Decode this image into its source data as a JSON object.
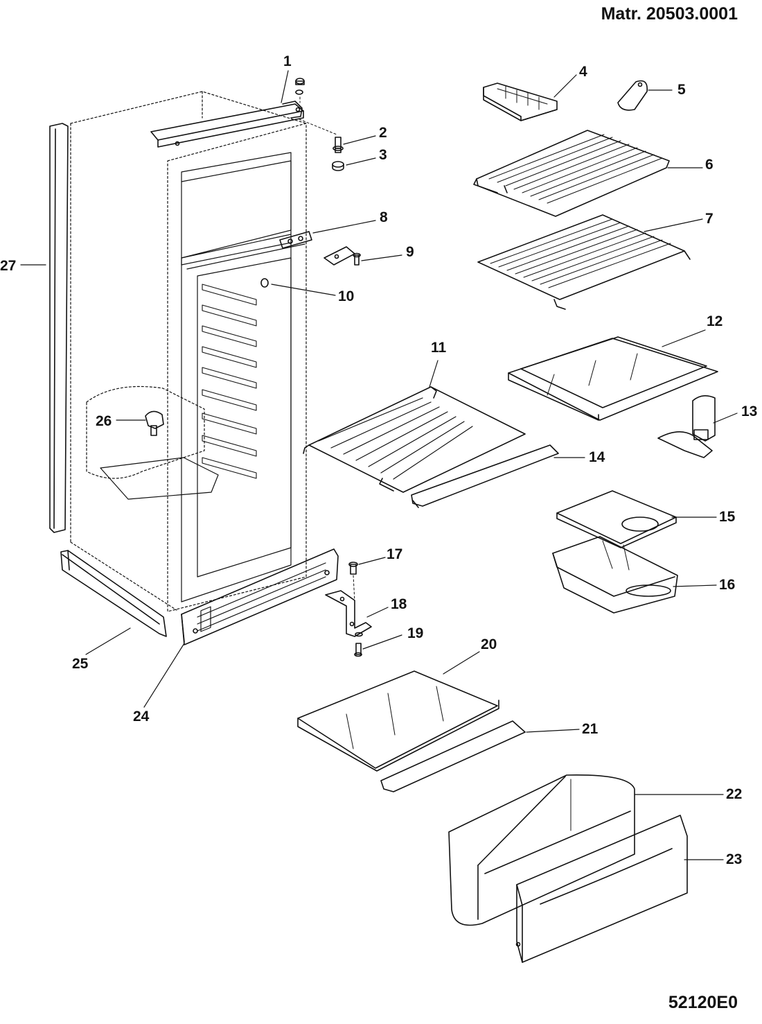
{
  "header": {
    "matr": "Matr. 20503.0001"
  },
  "footer": {
    "code": "52120E0"
  },
  "callouts": [
    {
      "num": "1",
      "part": "top-hinge-bracket"
    },
    {
      "num": "2",
      "part": "hinge-pin"
    },
    {
      "num": "3",
      "part": "bushing"
    },
    {
      "num": "4",
      "part": "ice-cube-tray"
    },
    {
      "num": "5",
      "part": "scraper"
    },
    {
      "num": "6",
      "part": "freezer-wire-shelf"
    },
    {
      "num": "7",
      "part": "wire-shelf"
    },
    {
      "num": "8",
      "part": "middle-hinge-plate"
    },
    {
      "num": "9",
      "part": "middle-hinge"
    },
    {
      "num": "10",
      "part": "plug"
    },
    {
      "num": "11",
      "part": "wire-rack"
    },
    {
      "num": "12",
      "part": "glass-shelf"
    },
    {
      "num": "13",
      "part": "thermostat-housing"
    },
    {
      "num": "14",
      "part": "shelf-trim"
    },
    {
      "num": "15",
      "part": "dairy-lid"
    },
    {
      "num": "16",
      "part": "dairy-box"
    },
    {
      "num": "17",
      "part": "screw"
    },
    {
      "num": "18",
      "part": "bottom-hinge"
    },
    {
      "num": "19",
      "part": "screw"
    },
    {
      "num": "20",
      "part": "crisper-cover-glass"
    },
    {
      "num": "21",
      "part": "cover-trim"
    },
    {
      "num": "22",
      "part": "crisper-drawer"
    },
    {
      "num": "23",
      "part": "drawer-front"
    },
    {
      "num": "24",
      "part": "kick-plate-grille"
    },
    {
      "num": "25",
      "part": "base-plinth"
    },
    {
      "num": "26",
      "part": "lamp-holder"
    },
    {
      "num": "27",
      "part": "side-trim"
    }
  ]
}
